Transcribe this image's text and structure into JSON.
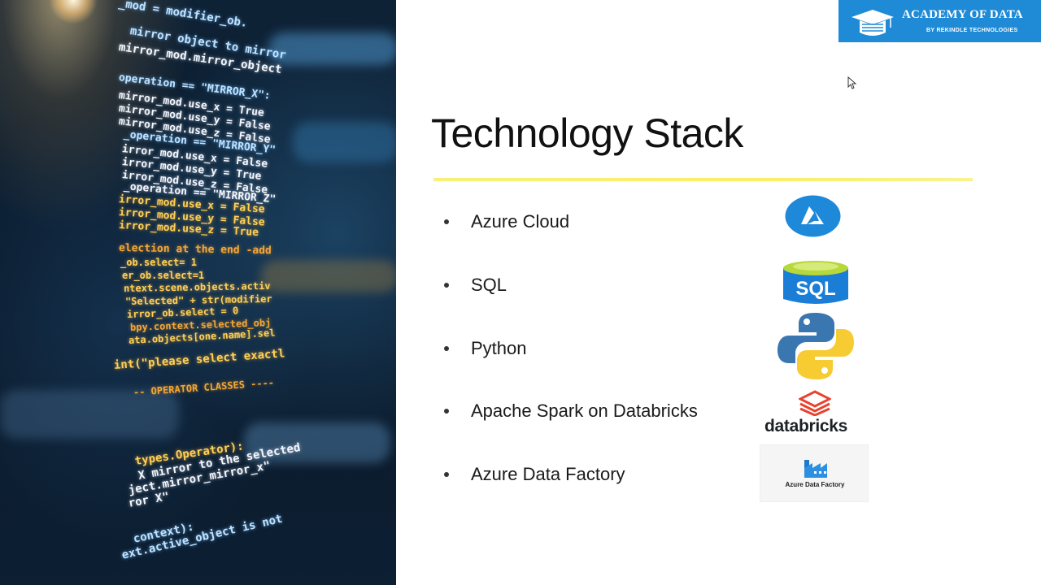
{
  "brand": {
    "title": "ACADEMY OF DATA",
    "subtitle": "BY REKINDLE TECHNOLOGIES",
    "color": "#1f8ad6"
  },
  "slide": {
    "title": "Technology Stack",
    "rule_color": "#f7f17a",
    "bullets": [
      {
        "label": "Azure Cloud",
        "icon": "azure-logo-icon"
      },
      {
        "label": "SQL",
        "icon": "sql-database-icon"
      },
      {
        "label": "Python",
        "icon": "python-logo-icon"
      },
      {
        "label": "Apache Spark on Databricks",
        "icon": "databricks-logo-icon"
      },
      {
        "label": "Azure Data Factory",
        "icon": "azure-data-factory-icon"
      }
    ]
  },
  "logos": {
    "sql_text": "SQL",
    "databricks_text": "databricks",
    "adf_text": "Azure Data Factory"
  },
  "code_panel": {
    "lines": [
      "_mod = modifier_ob.",
      "mirror object to mirror",
      "mirror_mod.mirror_object",
      "operation == \"MIRROR_X\":",
      "mirror_mod.use_x = True",
      "mirror_mod.use_y = False",
      "mirror_mod.use_z = False",
      "_operation == \"MIRROR_Y\"",
      "irror_mod.use_x = False",
      "irror_mod.use_y = True",
      "irror_mod.use_z = False",
      "_operation == \"MIRROR_Z\"",
      "irror_mod.use_x = False",
      "irror_mod.use_y = False",
      "irror_mod.use_z = True",
      "election at the end -add",
      "_ob.select= 1",
      "er_ob.select=1",
      "ntext.scene.objects.activ",
      "\"Selected\" + str(modifier",
      "irror_ob.select = 0",
      "bpy.context.selected_obj",
      "ata.objects[one.name].sel",
      "int(\"please select exactl",
      "-- OPERATOR CLASSES ----",
      "types.Operator):",
      "X mirror to the selected",
      "ject.mirror_mirror_x\"",
      "ror X\"",
      "context):",
      "ext.active_object is not"
    ]
  }
}
